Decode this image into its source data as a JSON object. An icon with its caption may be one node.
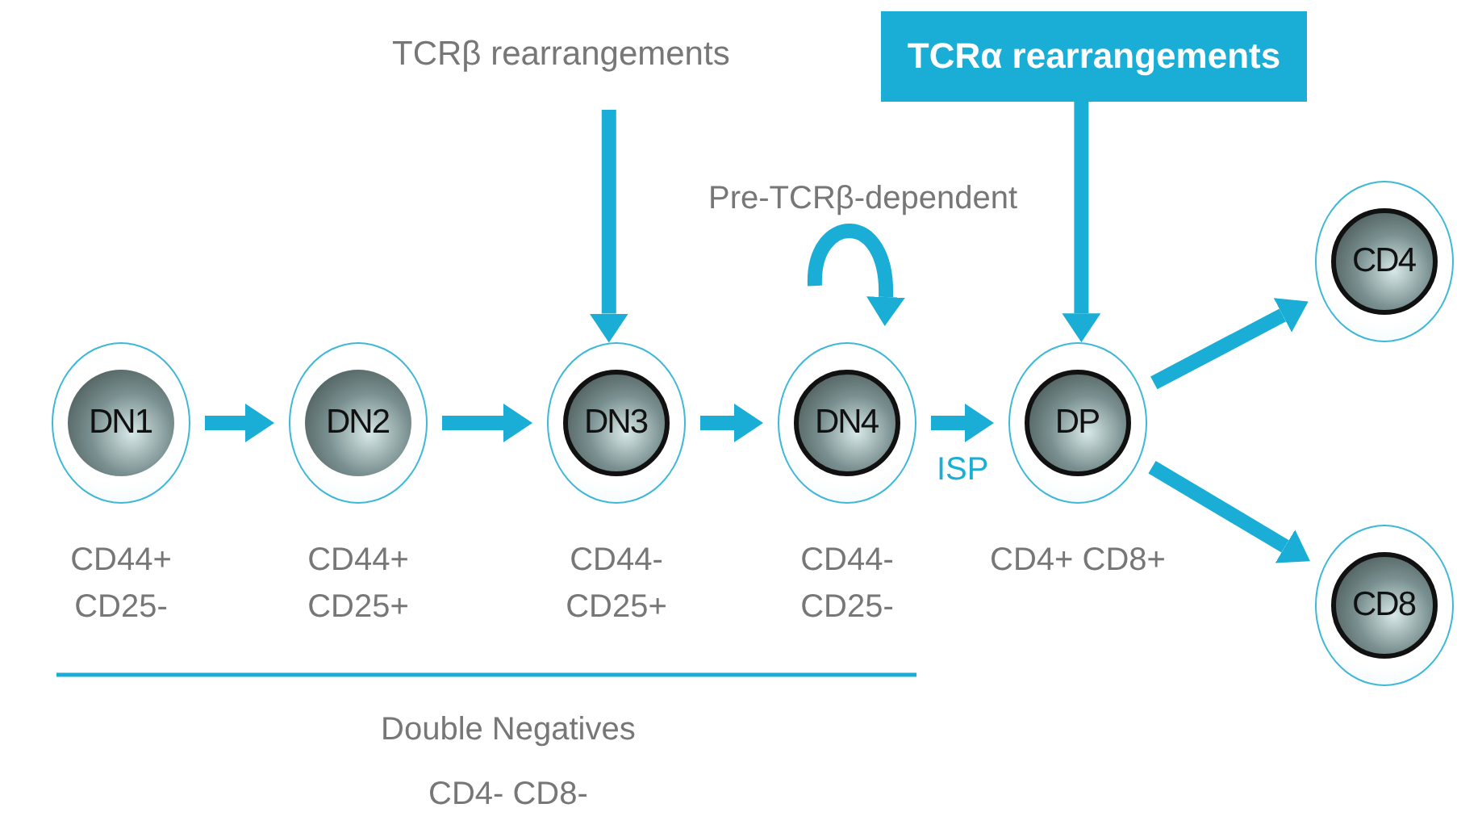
{
  "diagram": {
    "nodes": [
      {
        "text": [
          "DN1"
        ],
        "beside": [
          "CD44+ CD25-"
        ]
      },
      {
        "text": [
          "DN2"
        ],
        "beside": [
          "CD44+ CD25+"
        ]
      },
      {
        "text": [
          "DN3"
        ],
        "beside": [
          "CD44- CD25+"
        ]
      },
      {
        "text": [
          "DN4"
        ],
        "beside": [
          "CD44- CD25-"
        ]
      },
      {
        "text": [
          "DP"
        ],
        "beside": [
          "CD4+ CD8+"
        ]
      },
      {
        "text": [
          "CD4"
        ]
      },
      {
        "text": [
          "CD8"
        ]
      },
      {
        "text": [
          "TCRβ rearrangements"
        ]
      },
      {
        "text": [
          "TCRα rearrangements"
        ]
      }
    ],
    "edges": [
      {
        "from": 0,
        "to": 1,
        "arrow": "to"
      },
      {
        "from": 1,
        "to": 2,
        "arrow": "to"
      },
      {
        "from": 2,
        "to": 3,
        "arrow": "to"
      },
      {
        "from": 3,
        "to": 4,
        "arrow": "to",
        "label": "ISP"
      },
      {
        "from": 4,
        "to": 5,
        "arrow": "to"
      },
      {
        "from": 4,
        "to": 6,
        "arrow": "to"
      },
      {
        "from": 7,
        "to": 2,
        "arrow": "to"
      },
      {
        "from": 8,
        "to": 4,
        "arrow": "to"
      },
      {
        "from": 3,
        "to": 3,
        "arrow": "to",
        "label": "Pre-TCRβ-dependent"
      }
    ],
    "labels": [
      "Double Negatives",
      "CD4- CD8-"
    ]
  }
}
